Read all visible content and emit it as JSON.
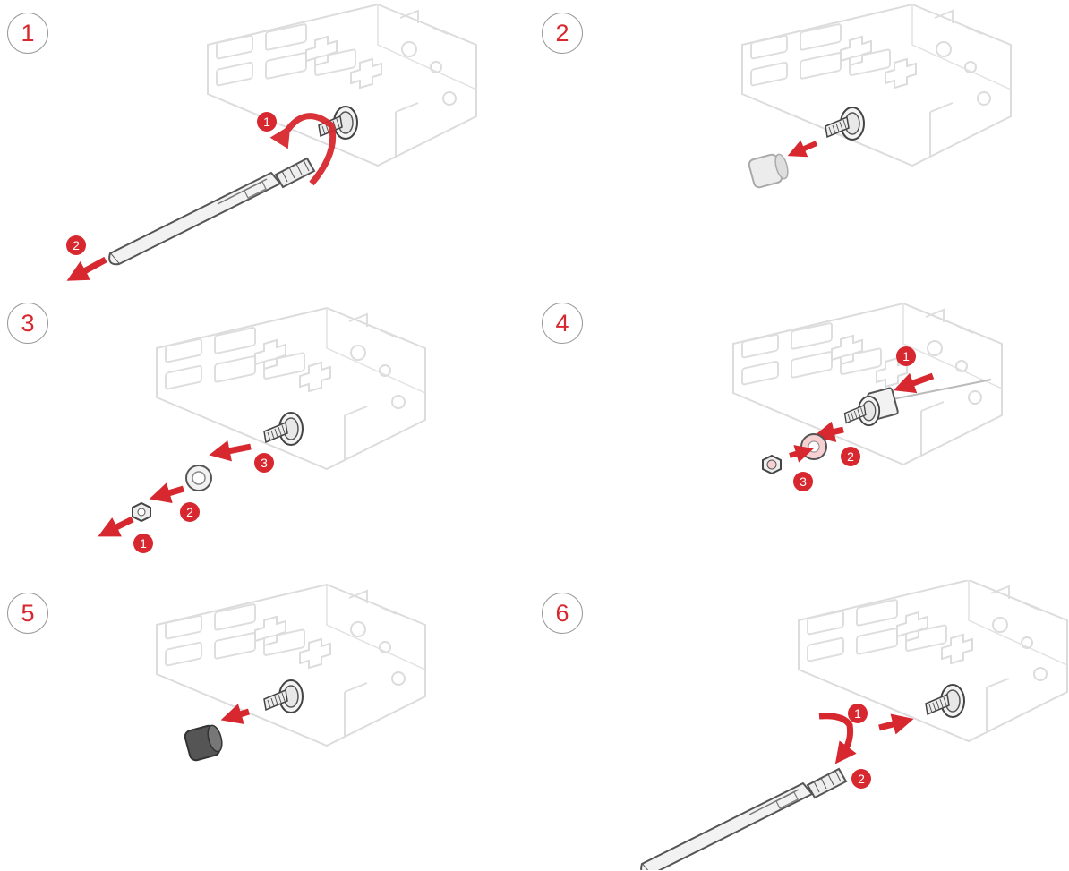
{
  "colors": {
    "accent": "#d7282f",
    "outline": "#9a9a9a",
    "chassis": "#d9d9d9"
  },
  "panels": [
    {
      "step": "1",
      "callouts": [
        "1",
        "2"
      ]
    },
    {
      "step": "2",
      "callouts": []
    },
    {
      "step": "3",
      "callouts": [
        "1",
        "2",
        "3"
      ]
    },
    {
      "step": "4",
      "callouts": [
        "1",
        "2",
        "3"
      ]
    },
    {
      "step": "5",
      "callouts": []
    },
    {
      "step": "6",
      "callouts": [
        "1",
        "2"
      ]
    }
  ]
}
